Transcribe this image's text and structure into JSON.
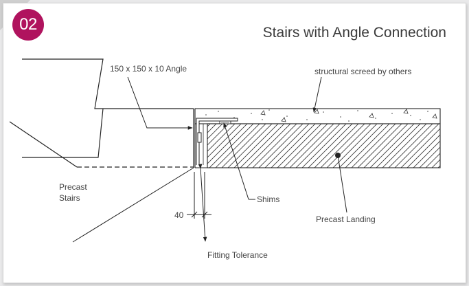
{
  "header": {
    "badge_number": "02",
    "title": "Stairs with Angle Connection"
  },
  "labels": {
    "angle": "150 x 150 x 10 Angle",
    "screed": "structural screed by others",
    "precast_stairs_line1": "Precast",
    "precast_stairs_line2": "Stairs",
    "shims": "Shims",
    "dimension": "40",
    "fitting_tolerance": "Fitting Tolerance",
    "precast_landing": "Precast Landing"
  },
  "colors": {
    "accent": "#b0135e",
    "line": "#222222",
    "text": "#444444"
  }
}
